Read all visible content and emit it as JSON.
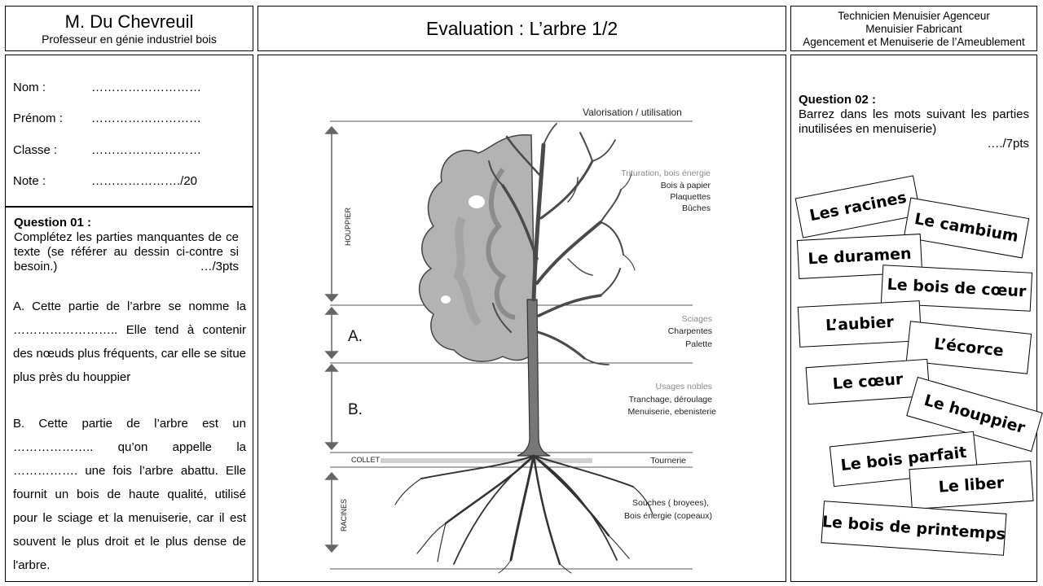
{
  "header": {
    "teacher_name": "M. Du Chevreuil",
    "teacher_title": "Professeur en génie industriel bois",
    "eval_title": "Evaluation : L’arbre 1/2",
    "programs": [
      "Technicien Menuisier Agenceur",
      "Menuisier Fabricant",
      "Agencement et Menuiserie de l’Ameublement"
    ]
  },
  "student": {
    "rows": [
      {
        "label": "Nom :",
        "value": "………………………"
      },
      {
        "label": "Prénom :",
        "value": "………………………"
      },
      {
        "label": "Classe :",
        "value": "………………………"
      },
      {
        "label": "Note :",
        "value": "…………………./20"
      }
    ]
  },
  "question1": {
    "title": "Question 01 :",
    "instructions": "Complétez les parties manquantes de ce texte (se référer au dessin ci-contre si besoin.)",
    "points": "…/3pts",
    "part_a": "A. Cette partie de l’arbre se nomme la …………………….. Elle tend à contenir des nœuds plus fréquents, car elle se situe plus près du houppier",
    "part_b": "B. Cette partie de l’arbre est un ……………….. qu’on appelle la ……………. une fois l’arbre abattu. Elle fournit un bois de haute qualité, utilisé pour le sciage et la menuiserie, car il est souvent le plus droit et le plus dense de l'arbre."
  },
  "diagram": {
    "top_title": "Valorisation / utilisation",
    "labels": {
      "houppier": "HOUPPIER",
      "racines": "RACINES",
      "collet": "COLLET",
      "part_a": "A.",
      "part_b": "B."
    },
    "sections": [
      {
        "heading": "Trituration, bois énergie",
        "items": [
          "Bois à papier",
          "Plaquettes",
          "Bûches"
        ]
      },
      {
        "heading": "Sciages",
        "items": [
          "Charpentes",
          "Palette"
        ]
      },
      {
        "heading": "Usages nobles",
        "items": [
          "Tranchage, déroulage",
          "Menuiserie, ebenisterie"
        ]
      },
      {
        "heading": "",
        "items": [
          "Tournerie"
        ]
      },
      {
        "heading": "",
        "items": [
          "Souches ( broyees),",
          "Bois énergie (copeaux)"
        ]
      }
    ]
  },
  "question2": {
    "title": "Question 02 :",
    "instructions": "Barrez dans les mots suivant les parties inutilisées en menuiserie)",
    "points": "…./7pts",
    "words": [
      "Les racines",
      "Le cambium",
      "Le duramen",
      "Le bois de cœur",
      "L’aubier",
      "L’écorce",
      "Le cœur",
      "Le houppier",
      "Le bois parfait",
      "Le liber",
      "Le bois de printemps"
    ]
  }
}
